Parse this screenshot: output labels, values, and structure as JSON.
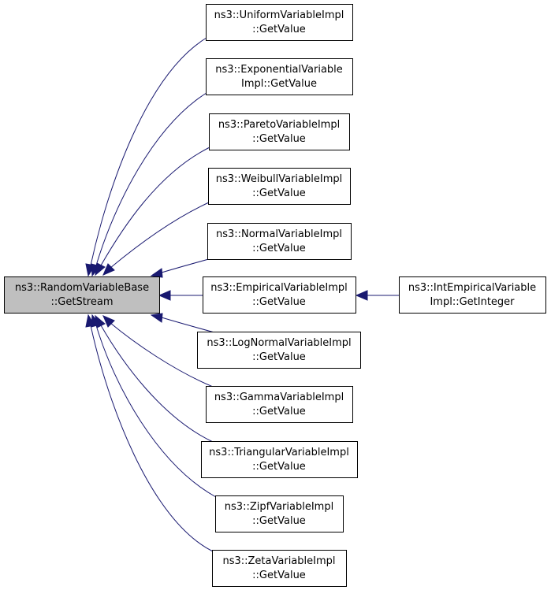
{
  "diagram": {
    "colors": {
      "edge": "#191970",
      "root_fill": "#bfbfbf",
      "node_fill": "#ffffff",
      "border": "#000000"
    },
    "root": {
      "line1": "ns3::RandomVariableBase",
      "line2": "::GetStream"
    },
    "callers": [
      {
        "line1": "ns3::UniformVariableImpl",
        "line2": "::GetValue"
      },
      {
        "line1": "ns3::ExponentialVariable",
        "line2": "Impl::GetValue"
      },
      {
        "line1": "ns3::ParetoVariableImpl",
        "line2": "::GetValue"
      },
      {
        "line1": "ns3::WeibullVariableImpl",
        "line2": "::GetValue"
      },
      {
        "line1": "ns3::NormalVariableImpl",
        "line2": "::GetValue"
      },
      {
        "line1": "ns3::EmpiricalVariableImpl",
        "line2": "::GetValue"
      },
      {
        "line1": "ns3::LogNormalVariableImpl",
        "line2": "::GetValue"
      },
      {
        "line1": "ns3::GammaVariableImpl",
        "line2": "::GetValue"
      },
      {
        "line1": "ns3::TriangularVariableImpl",
        "line2": "::GetValue"
      },
      {
        "line1": "ns3::ZipfVariableImpl",
        "line2": "::GetValue"
      },
      {
        "line1": "ns3::ZetaVariableImpl",
        "line2": "::GetValue"
      }
    ],
    "second_level": {
      "line1": "ns3::IntEmpiricalVariable",
      "line2": "Impl::GetInteger"
    }
  }
}
